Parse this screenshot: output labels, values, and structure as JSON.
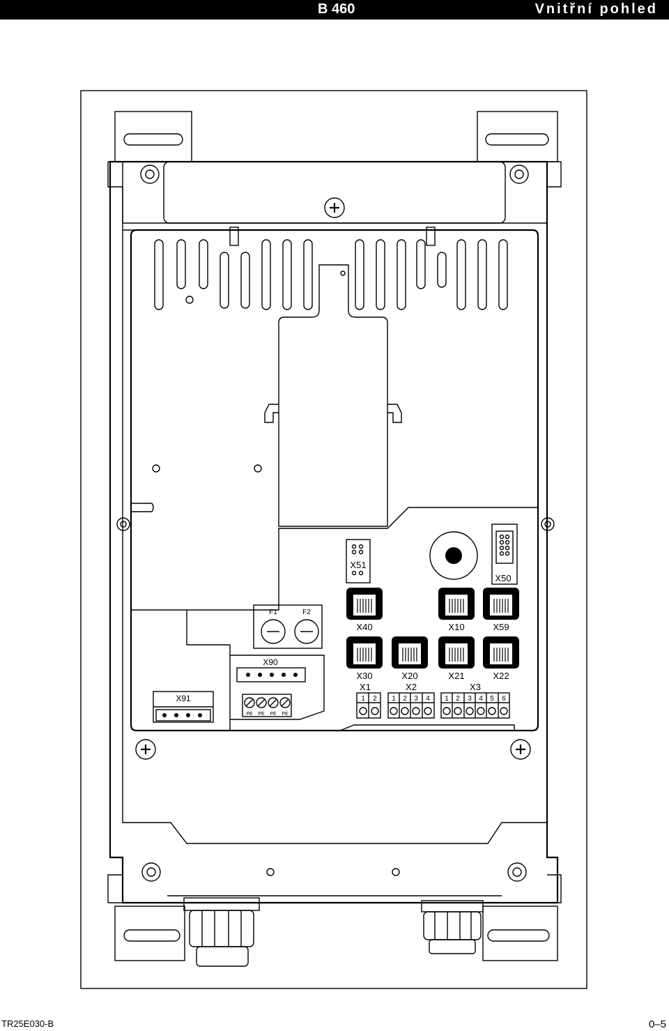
{
  "header": {
    "model": "B 460",
    "title": "Vnitřní pohled"
  },
  "footer": {
    "code": "TR25E030-B",
    "page": "0–5"
  },
  "labels": {
    "f1": "F1",
    "f2": "F2",
    "x90": "X90",
    "x91": "X91",
    "x51": "X51",
    "x50": "X50",
    "x40": "X40",
    "x10": "X10",
    "x59": "X59",
    "x30": "X30",
    "x20": "X20",
    "x21": "X21",
    "x22": "X22",
    "x1": "X1",
    "x2": "X2",
    "x3": "X3"
  },
  "terminals": {
    "x1": [
      "1",
      "2"
    ],
    "x2": [
      "1",
      "2",
      "3",
      "4"
    ],
    "x3": [
      "1",
      "2",
      "3",
      "4",
      "5",
      "6"
    ],
    "pe": [
      "PE",
      "PE",
      "PE",
      "PE"
    ]
  }
}
